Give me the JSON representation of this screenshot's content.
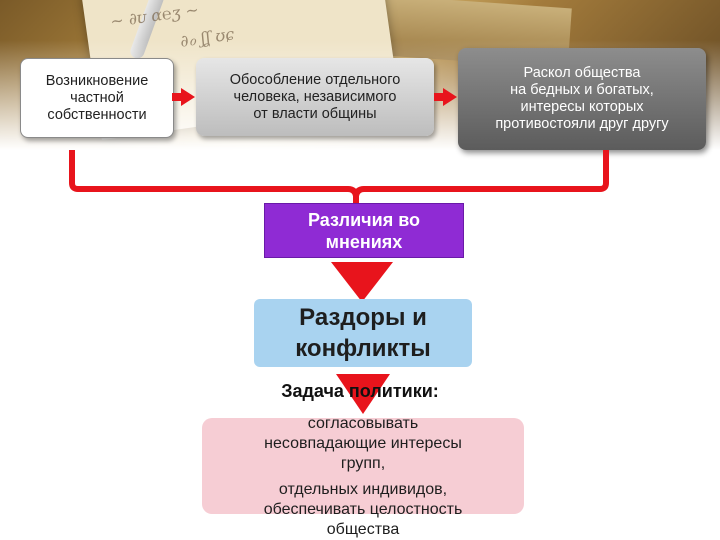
{
  "diagram": {
    "top_boxes": [
      {
        "label": "Возникновение\nчастной\nсобственности"
      },
      {
        "label": "Обособление отдельного\nчеловека, независимого\nот власти общины"
      },
      {
        "label": "Раскол общества\nна бедных и богатых,\nинтересы которых\nпротивостояли друг другу"
      }
    ],
    "differences": {
      "label": "Различия во\nмнениях"
    },
    "conflicts": {
      "label": "Раздоры и\nконфликты"
    },
    "politics_task": {
      "heading": "Задача политики:",
      "lines": [
        "согласовывать",
        "несовпадающие интересы",
        "групп,",
        "отдельных индивидов,",
        "обеспечивать целостность",
        "общества"
      ]
    },
    "colors": {
      "arrow": "#e8141c",
      "differences_box": "#8f2bd4",
      "conflicts_box": "#a9d3f0",
      "task_box": "#f6cdd4"
    }
  }
}
